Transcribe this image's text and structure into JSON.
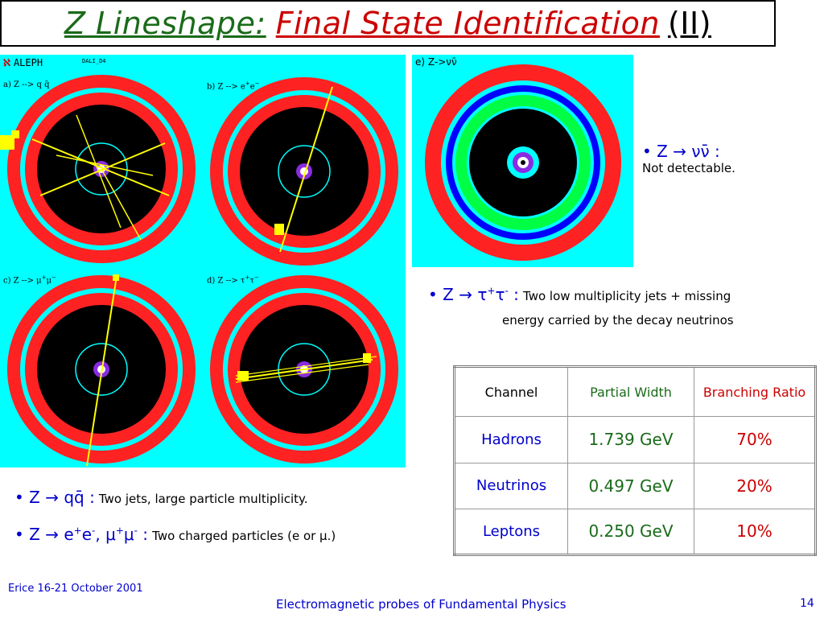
{
  "title": {
    "part1": "Z Lineshape:",
    "part2": "Final State Identification",
    "part3": "(II)"
  },
  "events": {
    "aleph_label": "ALEPH",
    "dali_label": "DALI_D4",
    "a": "a) Z --> q q̄",
    "b_main": "b) Z --> e",
    "b_sup1": "+",
    "b_mid": "e",
    "b_sup2": "−",
    "c_main": "c) Z --> μ",
    "c_sup1": "+",
    "c_mid": "μ",
    "c_sup2": "−",
    "d_main": "d) Z --> τ",
    "d_sup1": "+",
    "d_mid": "τ",
    "d_sup2": "−",
    "e": "e) Z->νν̄"
  },
  "nu": {
    "sym": "• Z → νν̄ :",
    "desc": "Not detectable."
  },
  "tau": {
    "sym_prefix": "• Z → τ",
    "sym_sup1": "+",
    "sym_mid": "τ",
    "sym_sup2": "-",
    "sym_colon": " :",
    "desc1": "Two low multiplicity jets + missing",
    "desc2": "energy carried by the decay neutrinos"
  },
  "qq": {
    "sym": "• Z → qq̄ :",
    "desc": "Two jets, large particle multiplicity."
  },
  "ll": {
    "sym_a": "• Z → e",
    "sup1": "+",
    "sym_b": "e",
    "sup2": "-",
    "sym_c": ", μ",
    "sup3": "+",
    "sym_d": "μ",
    "sup4": "-",
    "sym_e": " :",
    "desc": "Two charged particles (e or μ.)"
  },
  "table": {
    "headers": [
      "Channel",
      "Partial Width",
      "Branching Ratio"
    ],
    "rows": [
      {
        "channel": "Hadrons",
        "width": "1.739 GeV",
        "ratio": "70%"
      },
      {
        "channel": "Neutrinos",
        "width": "0.497 GeV",
        "ratio": "20%"
      },
      {
        "channel": "Leptons",
        "width": "0.250 GeV",
        "ratio": "10%"
      }
    ],
    "colors": {
      "channel": "#0000cc",
      "width": "#1a6b1a",
      "ratio": "#cc0000"
    }
  },
  "footer": {
    "left": "Erice 16-21 October 2001",
    "center": "Electromagnetic probes of Fundamental Physics",
    "page": "14"
  }
}
